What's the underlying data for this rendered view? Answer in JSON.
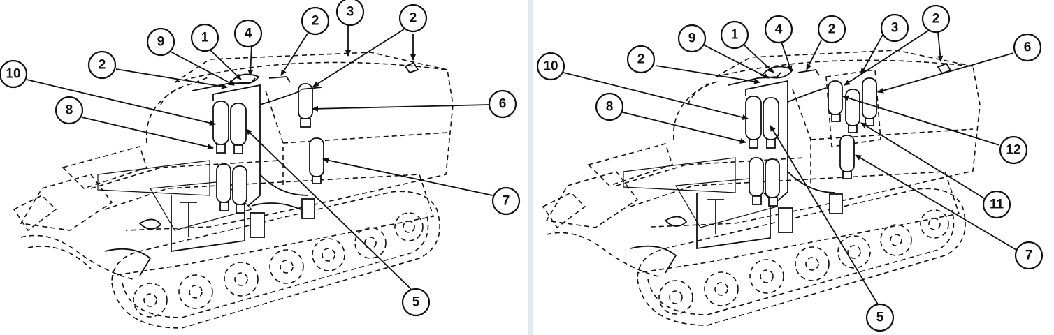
{
  "left_panel": {
    "callouts": [
      "1",
      "2",
      "2",
      "2",
      "3",
      "4",
      "5",
      "6",
      "7",
      "8",
      "9",
      "10"
    ]
  },
  "right_panel": {
    "callouts": [
      "1",
      "2",
      "2",
      "2",
      "3",
      "4",
      "5",
      "6",
      "7",
      "8",
      "9",
      "10",
      "11",
      "12"
    ]
  },
  "colors": {
    "line": "#111111",
    "background": "#ffffff",
    "divider": "#e4e8f2"
  }
}
